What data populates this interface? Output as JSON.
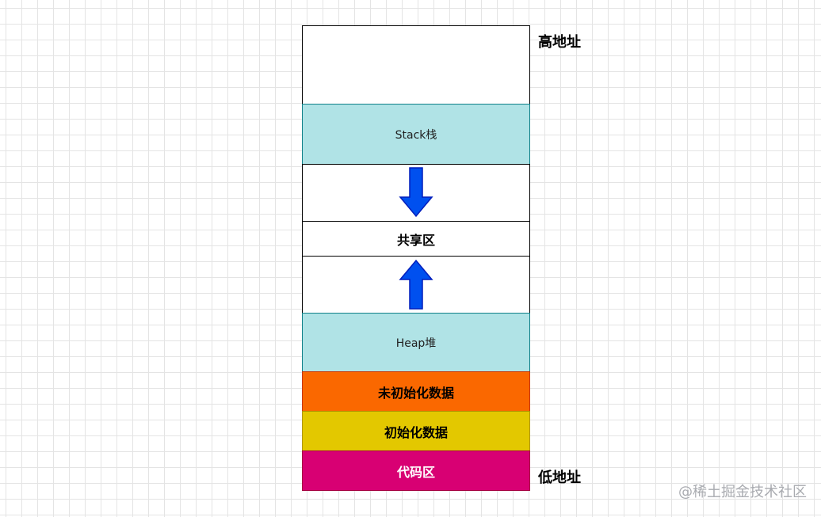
{
  "labels": {
    "high_address": "高地址",
    "low_address": "低地址"
  },
  "segments": {
    "stack": "Stack栈",
    "shared": "共享区",
    "heap": "Heap堆",
    "bss": "未初始化数据",
    "data": "初始化数据",
    "code": "代码区"
  },
  "icons": {
    "stack_growth": "arrow-down-icon",
    "heap_growth": "arrow-up-icon"
  },
  "colors": {
    "cyan_fill": "#b0e3e6",
    "orange_fill": "#fa6800",
    "yellow_fill": "#e3c800",
    "magenta_fill": "#d80073",
    "arrow_blue": "#0050ef"
  },
  "watermark": "@稀土掘金技术社区"
}
